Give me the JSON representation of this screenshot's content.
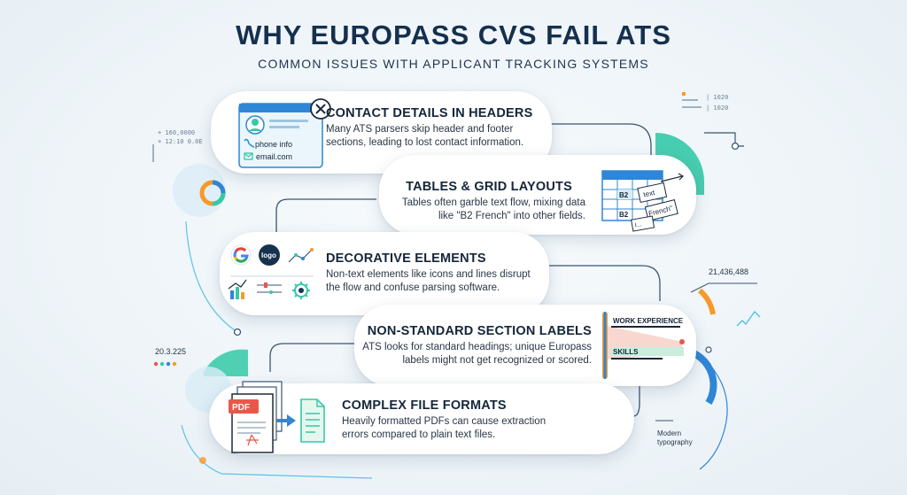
{
  "title": "WHY EUROPASS CVS FAIL ATS",
  "subtitle": "COMMON ISSUES WITH APPLICANT TRACKING SYSTEMS",
  "issues": [
    {
      "title": "CONTACT DETAILS IN HEADERS",
      "desc": "Many ATS parsers skip header and footer sections, leading to lost contact information.",
      "icon_labels": [
        "phone info",
        "email.com"
      ]
    },
    {
      "title": "TABLES & GRID LAYOUTS",
      "desc": "Tables often garble text flow, mixing data like \"B2 French\" into other fields.",
      "icon_labels": [
        "B2",
        "B2",
        "text",
        "French\"",
        "I..."
      ]
    },
    {
      "title": "DECORATIVE ELEMENTS",
      "desc": "Non-text elements like icons and lines disrupt the flow and confuse parsing software.",
      "icon_labels": [
        "logo"
      ]
    },
    {
      "title": "NON-STANDARD SECTION LABELS",
      "desc": "ATS looks for standard headings; unique Europass labels might not get recognized or scored.",
      "icon_labels": [
        "WORK EXPERIENCE",
        "SKILLS"
      ]
    },
    {
      "title": "COMPLEX FILE FORMATS",
      "desc": "Heavily formatted PDFs can cause extraction errors compared to plain text files.",
      "icon_labels": [
        "PDF"
      ]
    }
  ],
  "decor": {
    "left_small_1": "+ 160,0000",
    "left_small_2": "+ 12:10 0.0E",
    "right_small_1": "| 1020",
    "right_small_2": "| 1020",
    "right_number": "21,436,488",
    "left_number": "20.3.225",
    "typography_note": "Modern typography"
  },
  "colors": {
    "navy": "#15304e",
    "teal": "#2ec4a6",
    "blue": "#2f86d6",
    "orange": "#f59a2a",
    "red": "#e8584a"
  }
}
